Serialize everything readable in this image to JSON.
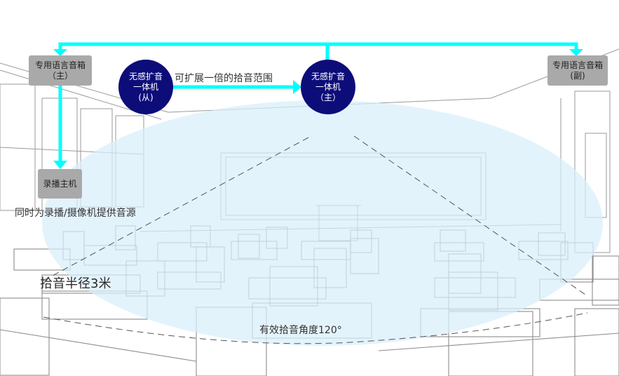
{
  "speaker_main": {
    "line1": "专用语言音箱",
    "line2": "（主）"
  },
  "speaker_sub": {
    "line1": "专用语言音箱",
    "line2": "(副)"
  },
  "unit_slave": {
    "line1": "无感扩音",
    "line2": "一体机",
    "line3": "(从)"
  },
  "unit_master": {
    "line1": "无感扩音",
    "line2": "一体机",
    "line3": "（主）"
  },
  "recorder": {
    "label": "录播主机"
  },
  "labels": {
    "extend_range": "可扩展一倍的拾音范围",
    "audio_source": "同时为录播/摄像机提供音源",
    "pickup_radius": "拾音半径3米",
    "pickup_angle": "有效拾音角度120°"
  },
  "colors": {
    "arrow": "#00ffff",
    "unit_fill": "#0d0d7a",
    "box_fill": "#a9a9a9",
    "coverage": "#d8effb"
  }
}
